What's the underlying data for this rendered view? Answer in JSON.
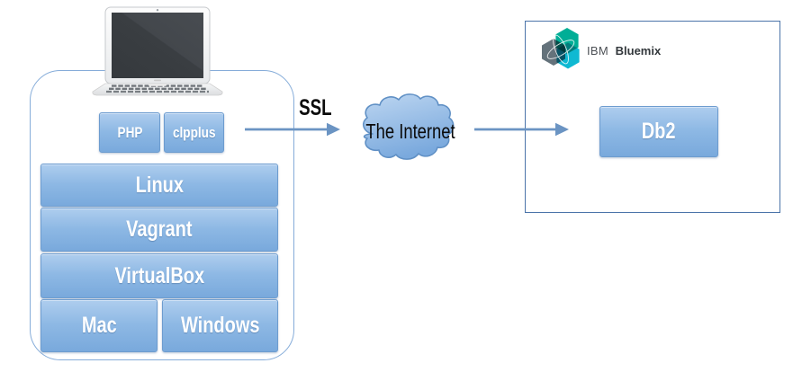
{
  "local_machine": {
    "tools": [
      {
        "label": "PHP"
      },
      {
        "label": "clpplus"
      }
    ],
    "stack": [
      {
        "label": "Linux"
      },
      {
        "label": "Vagrant"
      },
      {
        "label": "VirtualBox"
      }
    ],
    "platforms": [
      {
        "label": "Mac"
      },
      {
        "label": "Windows"
      }
    ]
  },
  "connection": {
    "protocol": "SSL",
    "network": "The Internet"
  },
  "cloud_panel": {
    "brand": "IBM",
    "product": "Bluemix",
    "service": "Db2"
  },
  "colors": {
    "box_gradient_top": "#aecdee",
    "box_gradient_bottom": "#79a9dc",
    "box_border": "#6d9ccf",
    "box_text": "#ffffff",
    "arrow": "#6b94c3",
    "container_border": "#85acd9",
    "panel_border": "#4b74a9",
    "label_text": "#0b0b0b",
    "hex_gray": "#64727b",
    "hex_teal": "#00ae96",
    "hex_cyan": "#0fb9d2"
  },
  "icons": {
    "laptop": "laptop-icon",
    "cloud": "cloud-icon",
    "bluemix_logo": "ibm-bluemix-hexagons"
  }
}
